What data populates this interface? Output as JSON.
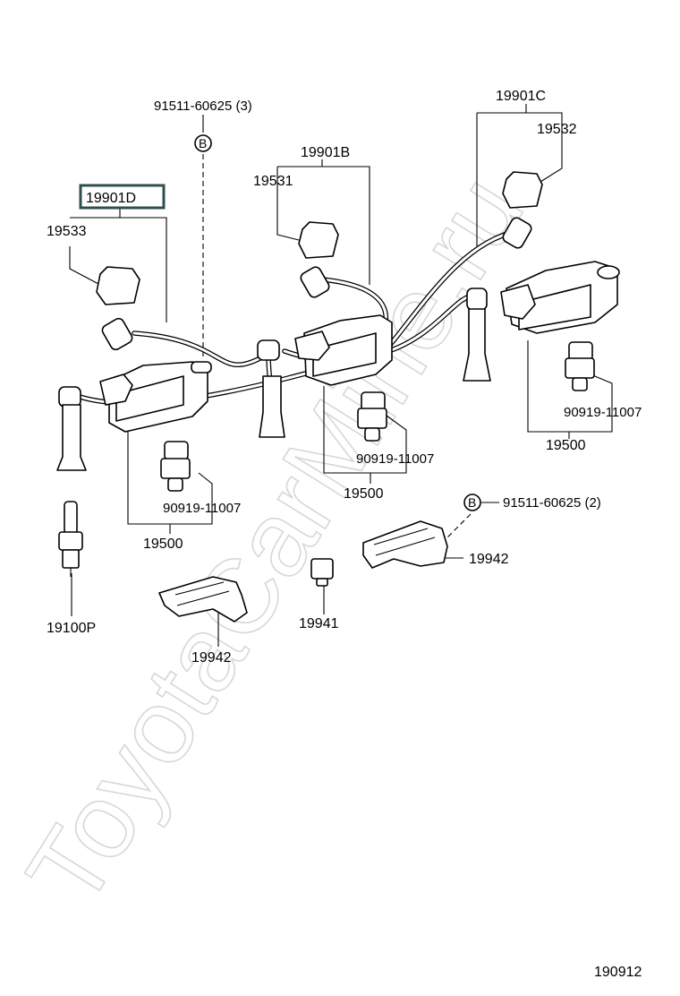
{
  "labels": {
    "bolt_top": "91511-60625 (3)",
    "bolt_right": "91511-60625 (2)",
    "bolt_symbol": "B",
    "wire_set_d": "19901D",
    "wire_set_b": "19901B",
    "wire_set_c": "19901C",
    "cap_19533": "19533",
    "cap_19531": "19531",
    "cap_19532": "19532",
    "coil_left": "19500",
    "coil_middle": "19500",
    "coil_right": "19500",
    "plug_left": "90919-11007",
    "plug_middle": "90919-11007",
    "plug_right": "90919-11007",
    "spark_plug": "19100P",
    "bracket_left": "19942",
    "bracket_right": "19942",
    "connector": "19941",
    "diagram_no": "190912"
  },
  "watermark": "ToyotaCarMine.ru",
  "colors": {
    "highlight_box": "#2f4f4f",
    "line": "#000000",
    "watermark": "#d7d7d7"
  }
}
